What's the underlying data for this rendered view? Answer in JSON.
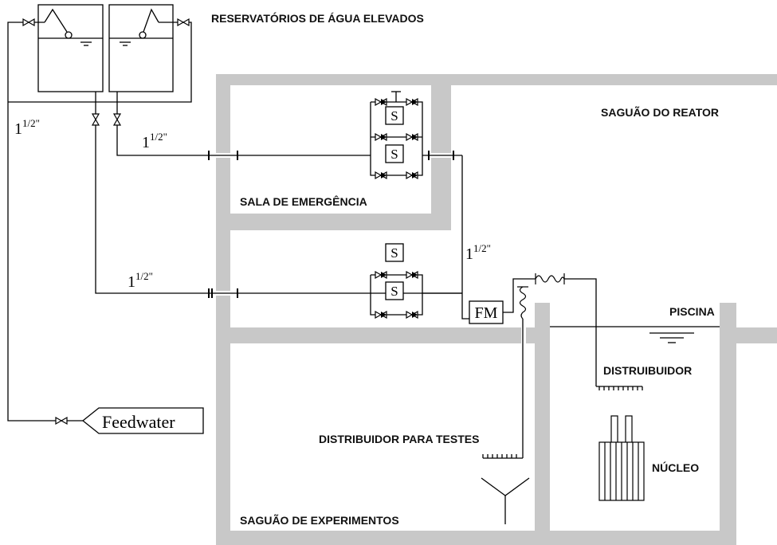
{
  "colors": {
    "wall": "#c8c8c8",
    "pipe": "#000000",
    "background": "#ffffff"
  },
  "labels": {
    "reservoirs": "RESERVATÓRIOS DE ÁGUA ELEVADOS",
    "reactor_hall": "SAGUÃO DO REATOR",
    "emergency_room": "SALA DE EMERGÊNCIA",
    "pool": "PISCINA",
    "distributor": "DISTRUIBUIDOR",
    "test_distributor": "DISTRIBUIDOR PARA TESTES",
    "core": "NÚCLEO",
    "experiments_hall": "SAGUÃO DE EXPERIMENTOS"
  },
  "pipe_sizes": {
    "main": "1",
    "fraction": "1/2\""
  },
  "components": {
    "solenoid": "S",
    "flowmeter": "FM",
    "feedwater": "Feedwater"
  },
  "icons": {
    "valve": "bowtie-valve-icon",
    "check_valve": "check-valve-icon",
    "float_valve": "float-valve-icon",
    "coil": "flexible-hose-icon"
  }
}
